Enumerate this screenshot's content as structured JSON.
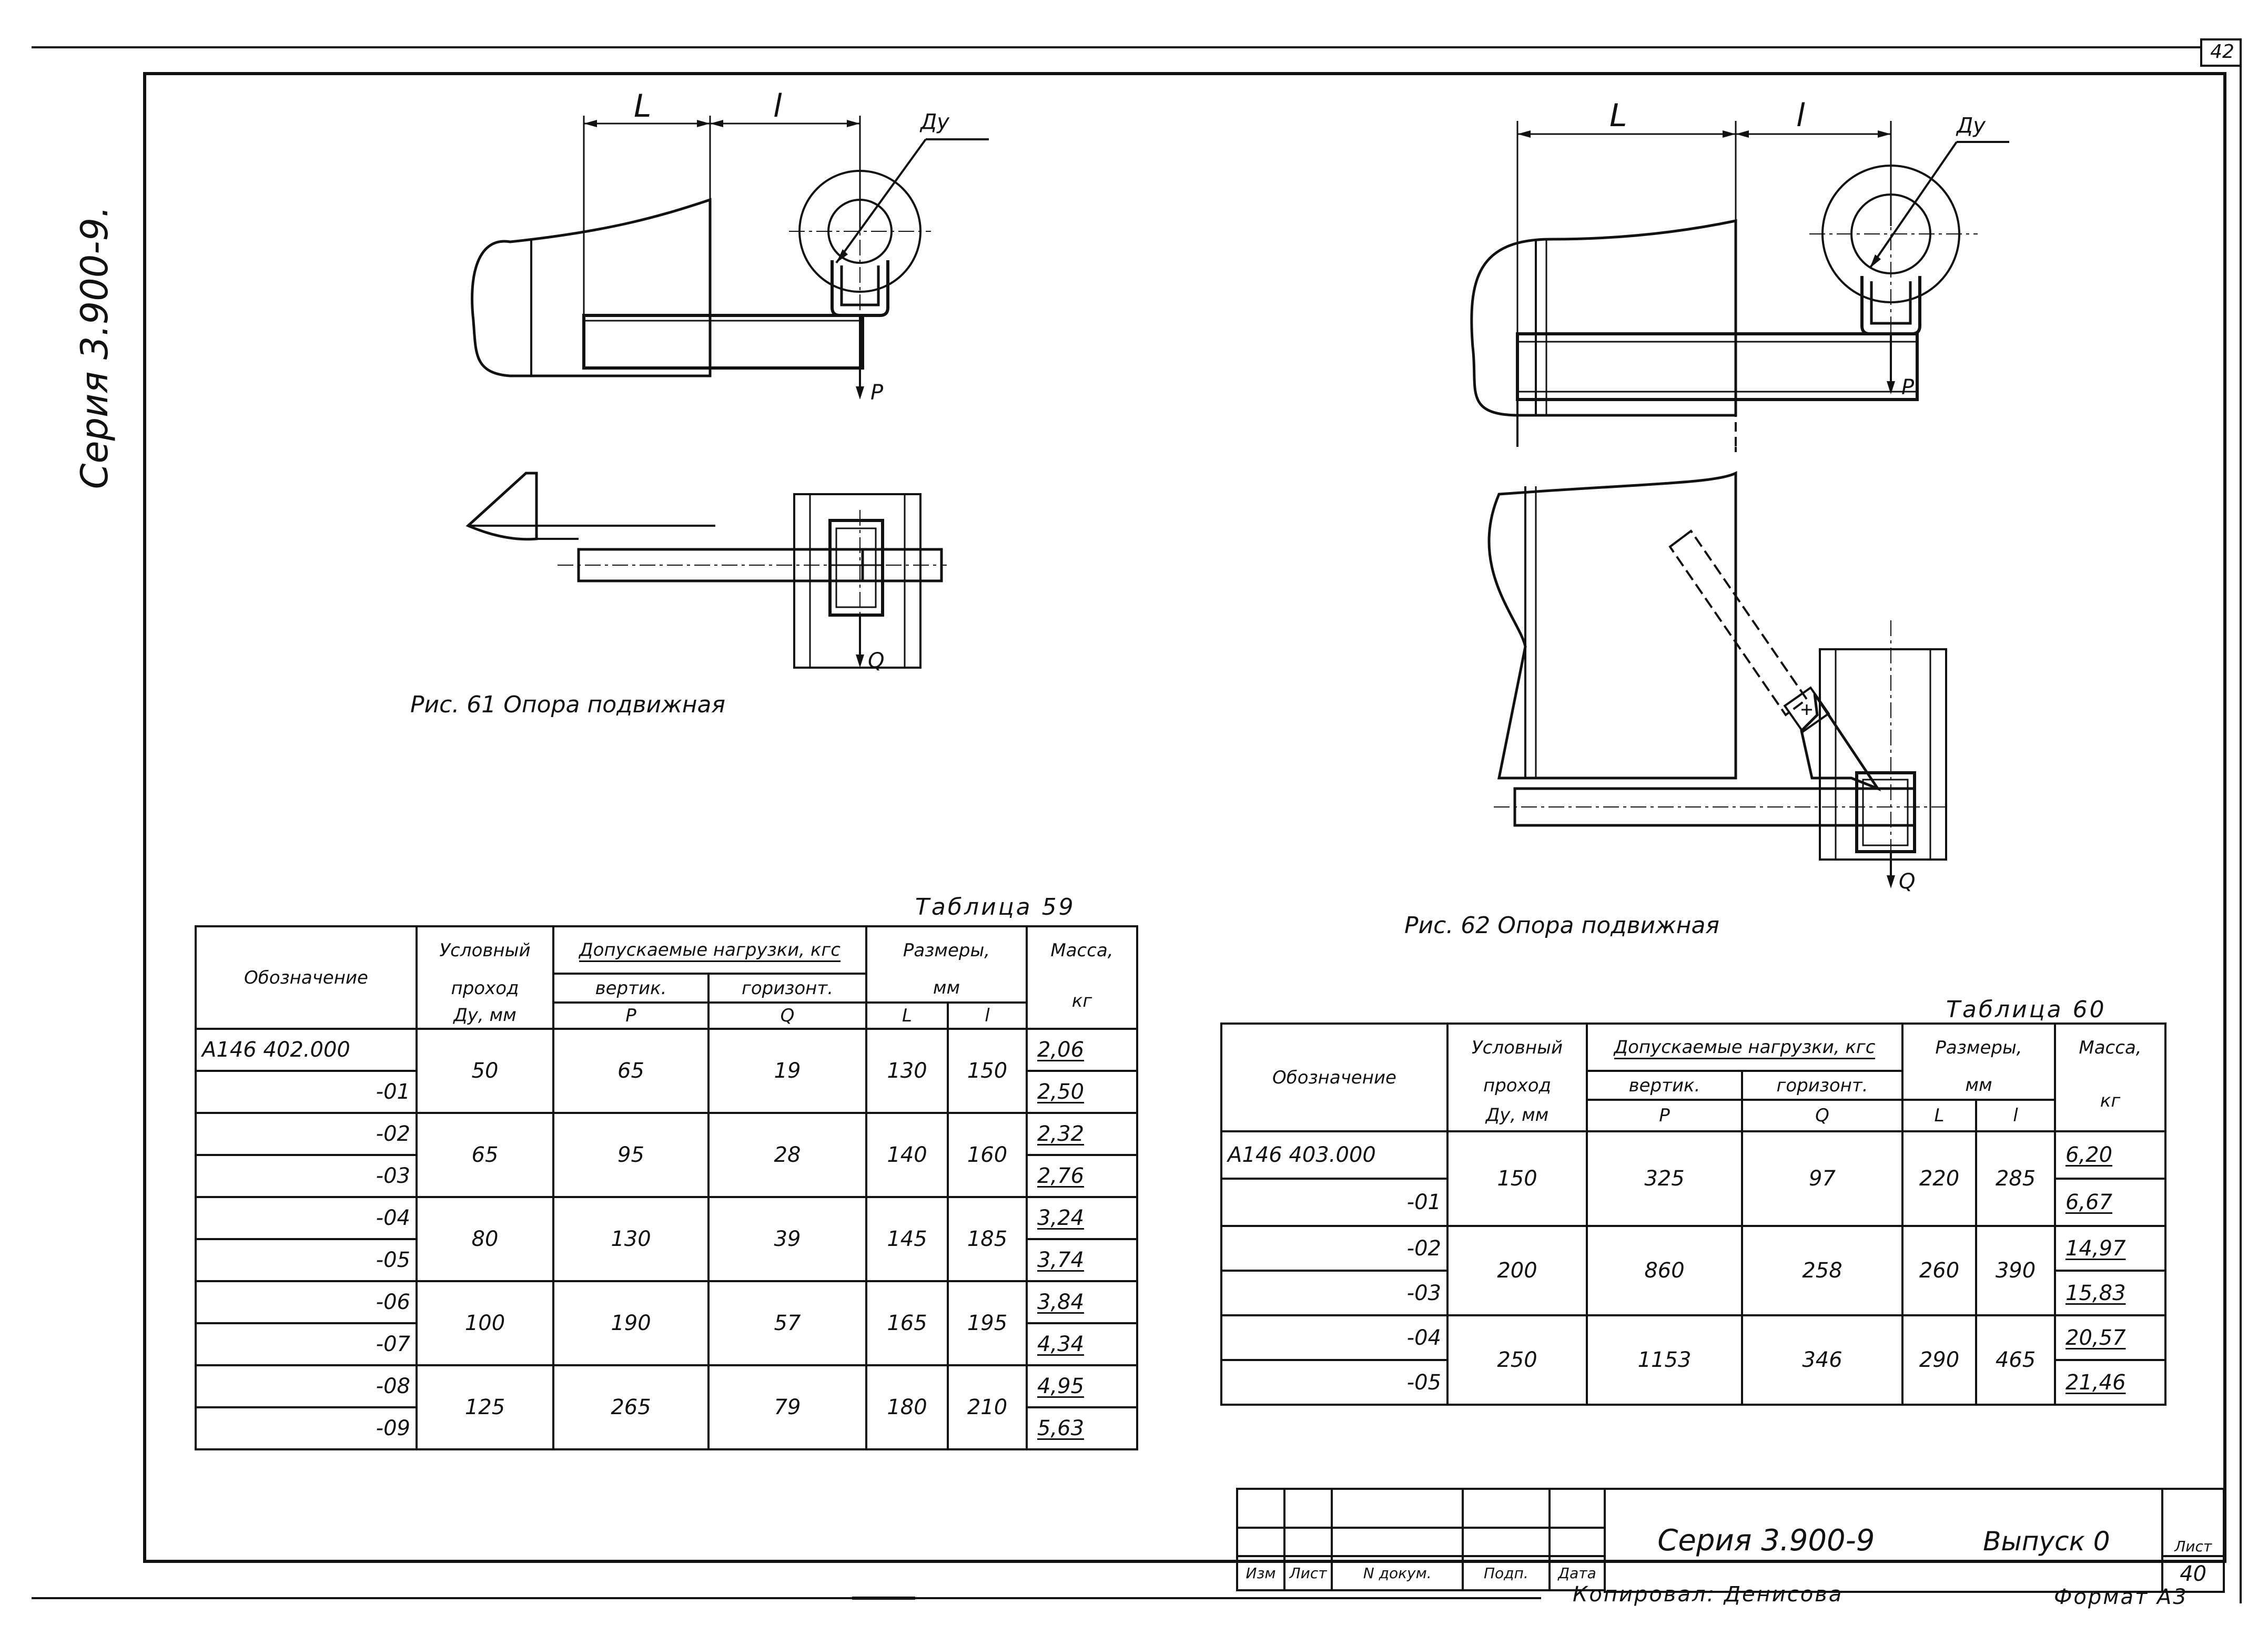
{
  "sheet": {
    "corner_number": "42",
    "side_series": "Серия 3.900-9.",
    "footer_copied": "Копировал: Денисова",
    "footer_format": "Формат А3"
  },
  "fig61": {
    "caption": "Рис. 61 Опора подвижная",
    "label_L": "L",
    "label_l": "l",
    "label_dy": "Ду",
    "label_P": "P",
    "label_Q": "Q"
  },
  "fig62": {
    "caption": "Рис. 62 Опора подвижная",
    "label_L": "L",
    "label_l": "l",
    "label_dy": "Ду",
    "label_P": "P",
    "label_Q": "Q"
  },
  "table59": {
    "title": "Таблица 59",
    "headers": {
      "designation": "Обозначение",
      "passage_1": "Условный",
      "passage_2": "проход",
      "passage_3": "Ду, мм",
      "loads": "Допускаемые нагрузки, кгс",
      "vert": "вертик.",
      "horiz": "горизонт.",
      "P": "P",
      "Q": "Q",
      "sizes_1": "Размеры,",
      "sizes_2": "мм",
      "L": "L",
      "l": "l",
      "mass_1": "Масса,",
      "mass_2": "кг"
    },
    "rows": [
      {
        "codes": [
          "А146 402.000",
          "-01"
        ],
        "dy": "50",
        "p": "65",
        "q": "19",
        "L": "130",
        "l": "150",
        "mass": [
          "2,06",
          "2,50"
        ]
      },
      {
        "codes": [
          "-02",
          "-03"
        ],
        "dy": "65",
        "p": "95",
        "q": "28",
        "L": "140",
        "l": "160",
        "mass": [
          "2,32",
          "2,76"
        ]
      },
      {
        "codes": [
          "-04",
          "-05"
        ],
        "dy": "80",
        "p": "130",
        "q": "39",
        "L": "145",
        "l": "185",
        "mass": [
          "3,24",
          "3,74"
        ]
      },
      {
        "codes": [
          "-06",
          "-07"
        ],
        "dy": "100",
        "p": "190",
        "q": "57",
        "L": "165",
        "l": "195",
        "mass": [
          "3,84",
          "4,34"
        ]
      },
      {
        "codes": [
          "-08",
          "-09"
        ],
        "dy": "125",
        "p": "265",
        "q": "79",
        "L": "180",
        "l": "210",
        "mass": [
          "4,95",
          "5,63"
        ]
      }
    ]
  },
  "table60": {
    "title": "Таблица 60",
    "headers": {
      "designation": "Обозначение",
      "passage_1": "Условный",
      "passage_2": "проход",
      "passage_3": "Ду, мм",
      "loads": "Допускаемые нагрузки, кгс",
      "vert": "вертик.",
      "horiz": "горизонт.",
      "P": "P",
      "Q": "Q",
      "sizes_1": "Размеры,",
      "sizes_2": "мм",
      "L": "L",
      "l": "l",
      "mass_1": "Масса,",
      "mass_2": "кг"
    },
    "rows": [
      {
        "codes": [
          "А146 403.000",
          "-01"
        ],
        "dy": "150",
        "p": "325",
        "q": "97",
        "L": "220",
        "l": "285",
        "mass": [
          "6,20",
          "6,67"
        ]
      },
      {
        "codes": [
          "-02",
          "-03"
        ],
        "dy": "200",
        "p": "860",
        "q": "258",
        "L": "260",
        "l": "390",
        "mass": [
          "14,97",
          "15,83"
        ]
      },
      {
        "codes": [
          "-04",
          "-05"
        ],
        "dy": "250",
        "p": "1153",
        "q": "346",
        "L": "290",
        "l": "465",
        "mass": [
          "20,57",
          "21,46"
        ]
      }
    ]
  },
  "stamp": {
    "col_izm": "Изм",
    "col_list": "Лист",
    "col_doc": "N докум.",
    "col_sign": "Подп.",
    "col_date": "Дата",
    "series": "Серия 3.900-9",
    "issue": "Выпуск 0",
    "sheet_label": "Лист",
    "sheet_number": "40"
  }
}
